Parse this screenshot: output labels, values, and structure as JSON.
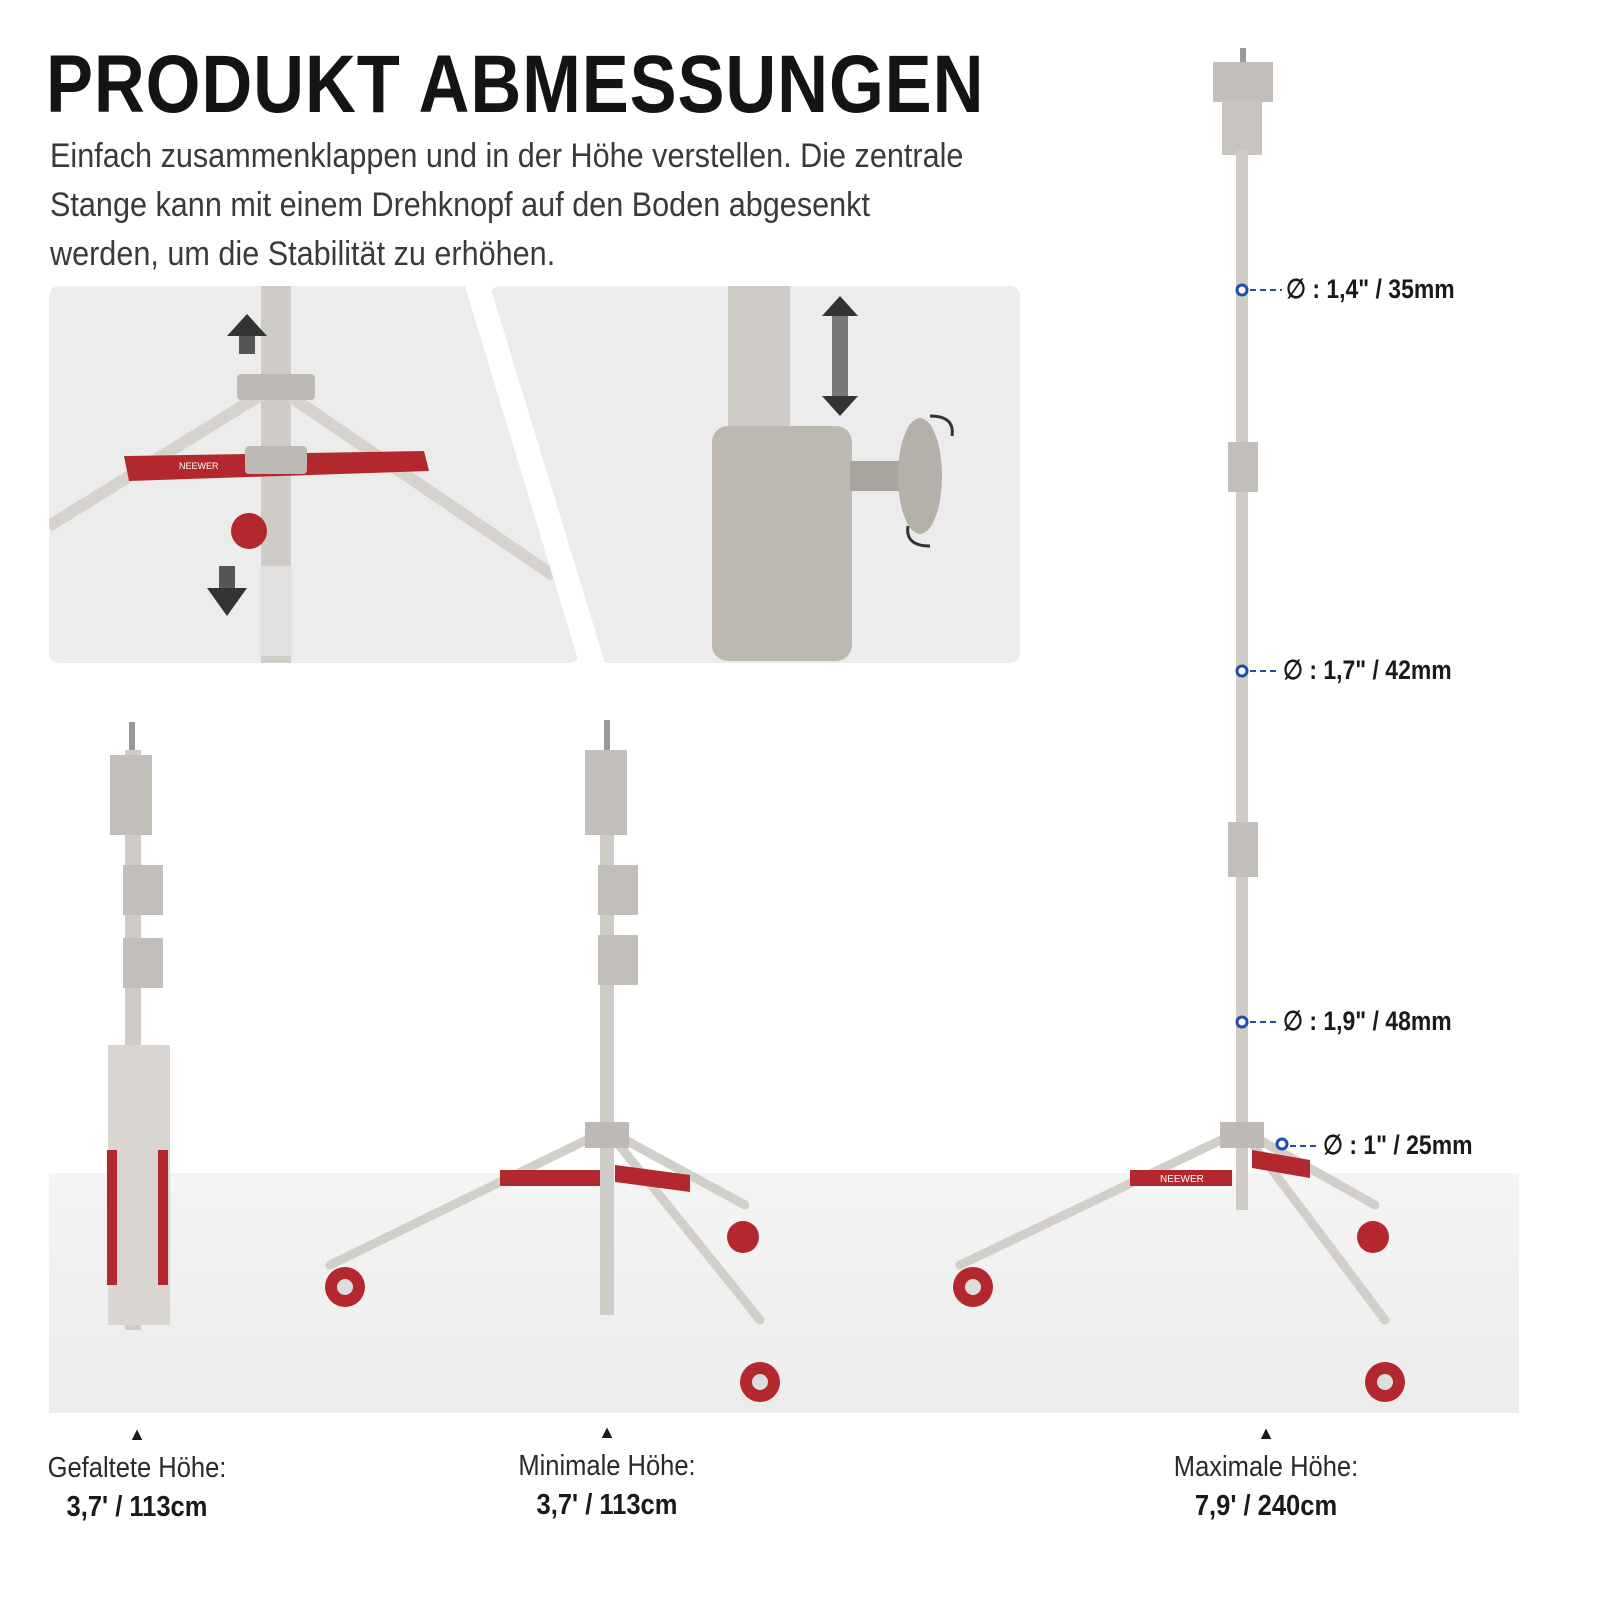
{
  "header": {
    "title": "PRODUKT ABMESSUNGEN",
    "description_lines": [
      "Einfach zusammenklappen und in der Höhe verstellen. Die zentrale",
      "Stange kann mit einem Drehknopf auf den Boden abgesenkt",
      "werden, um die Stabilität zu erhöhen."
    ]
  },
  "diameters": [
    {
      "label": "∅ : 1,4\" / 35mm"
    },
    {
      "label": "∅ : 1,7\" / 42mm"
    },
    {
      "label": "∅ : 1,9\" / 48mm"
    },
    {
      "label": "∅ : 1\" / 25mm"
    }
  ],
  "brand": "NEEWER",
  "captions": [
    {
      "label": "Gefaltete Höhe:",
      "value": "3,7' / 113cm"
    },
    {
      "label": "Minimale Höhe:",
      "value": "3,7' / 113cm"
    },
    {
      "label": "Maximale Höhe:",
      "value": "7,9' / 240cm"
    }
  ],
  "colors": {
    "accent_red": "#b3282d",
    "steel": "#c9c6c2",
    "marker_blue": "#1f4fa8"
  }
}
